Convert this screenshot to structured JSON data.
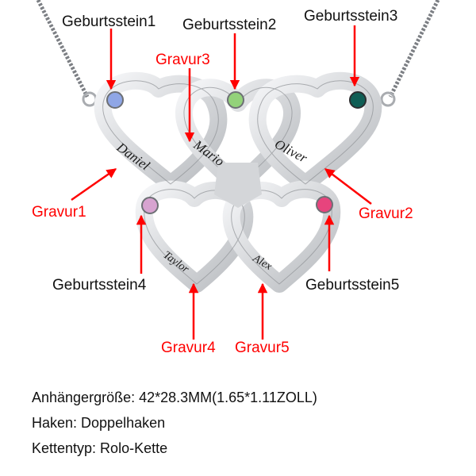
{
  "product": {
    "type": "three-and-two interlocking heart necklace",
    "metal_color": "#d9dadc",
    "accent_color": "#ff0000"
  },
  "birthstones": [
    {
      "label": "Geburtsstein1",
      "color": "#8fa6e6"
    },
    {
      "label": "Geburtsstein2",
      "color": "#93d27a"
    },
    {
      "label": "Geburtsstein3",
      "color": "#0f5e55"
    },
    {
      "label": "Geburtsstein4",
      "color": "#d7a3d0"
    },
    {
      "label": "Geburtsstein5",
      "color": "#e7447d"
    }
  ],
  "engravings": [
    {
      "label": "Gravur1",
      "name": "Daniel"
    },
    {
      "label": "Gravur2",
      "name": "Oliver"
    },
    {
      "label": "Gravur3",
      "name": "Mario"
    },
    {
      "label": "Gravur4",
      "name": "Taylor"
    },
    {
      "label": "Gravur5",
      "name": "Alex"
    }
  ],
  "specs": [
    "Anhängergröße: 42*28.3MM(1.65*1.11ZOLL)",
    "Haken: Doppelhaken",
    "Kettentyp: Rolo-Kette"
  ]
}
